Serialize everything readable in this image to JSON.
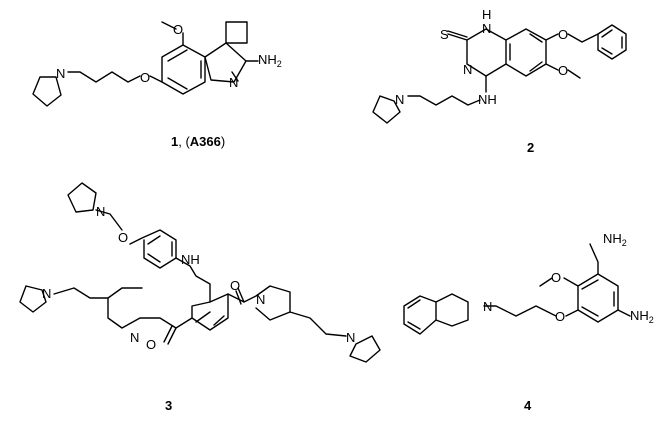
{
  "compounds": [
    {
      "id": "compound-1",
      "number": "1",
      "sep": ", (",
      "name": "A366",
      "close": ")",
      "atoms": {
        "o1": "O",
        "o2": "O",
        "n_pyr": "N",
        "n_ring": "N",
        "nh2": "NH2"
      }
    },
    {
      "id": "compound-2",
      "number": "2",
      "atoms": {
        "s": "S",
        "n1": "N",
        "nh_top": "H",
        "nh_top_n": "N",
        "o_bn": "O",
        "o_me": "O",
        "n_pyr": "N",
        "nh": "NH"
      }
    },
    {
      "id": "compound-3",
      "number": "3",
      "atoms": {
        "n_top": "N",
        "o_top": "O",
        "nh": "NH",
        "n_left": "N",
        "n_pip1": "N",
        "o_co1": "O",
        "o_co2": "O",
        "n_pip2": "N",
        "n_right": "N"
      }
    },
    {
      "id": "compound-4",
      "number": "4",
      "atoms": {
        "nh2_top": "NH2",
        "o_me": "O",
        "o_link": "O",
        "n_iso": "N",
        "nh2_right": "NH2"
      }
    }
  ]
}
